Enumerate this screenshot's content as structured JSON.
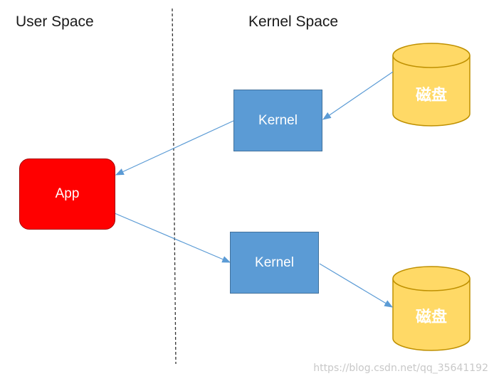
{
  "regions": {
    "user_space": "User Space",
    "kernel_space": "Kernel Space"
  },
  "nodes": {
    "kernel_top": "Kernel",
    "kernel_bottom": "Kernel",
    "app": "App",
    "disk_top": "磁盘",
    "disk_bottom": "磁盘"
  },
  "colors": {
    "kernel_fill": "#5b9bd5",
    "app_fill": "#ff0000",
    "disk_fill": "#ffd966",
    "arrow": "#5b9bd5"
  },
  "watermark": "https://blog.csdn.net/qq_35641192"
}
